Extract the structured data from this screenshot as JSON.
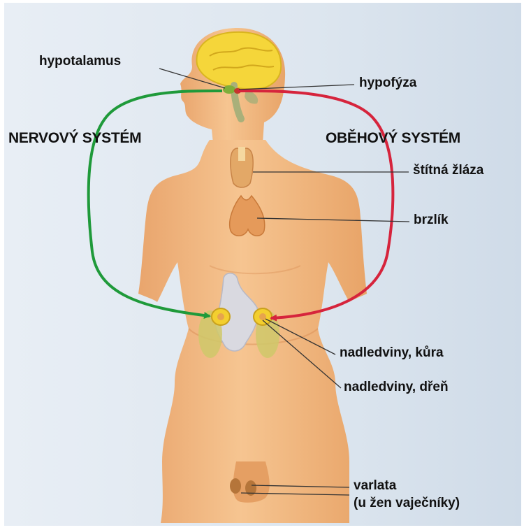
{
  "systems": {
    "nervous": "NERVOVÝ SYSTÉM",
    "circulatory": "OBĚHOVÝ SYSTÉM"
  },
  "labels": {
    "hypothalamus": "hypotalamus",
    "pituitary": "hypofýza",
    "thyroid": "štítná žláza",
    "thymus": "brzlík",
    "adrenal_cortex": "nadledviny, kůra",
    "adrenal_medulla": "nadledviny, dřeň",
    "gonads_line1": "varlata",
    "gonads_line2": "(u žen vaječníky)"
  },
  "colors": {
    "nervous_arrow": "#1f9a3a",
    "circulatory_arrow": "#d6243c",
    "body": "#f2ba83",
    "brain": "#f5d63a",
    "thyroid": "#e3a867",
    "thymus": "#e59a5a",
    "stomach": "#d9d9e0",
    "kidney": "#cfc86a",
    "adrenal": "#f3cf2f"
  }
}
